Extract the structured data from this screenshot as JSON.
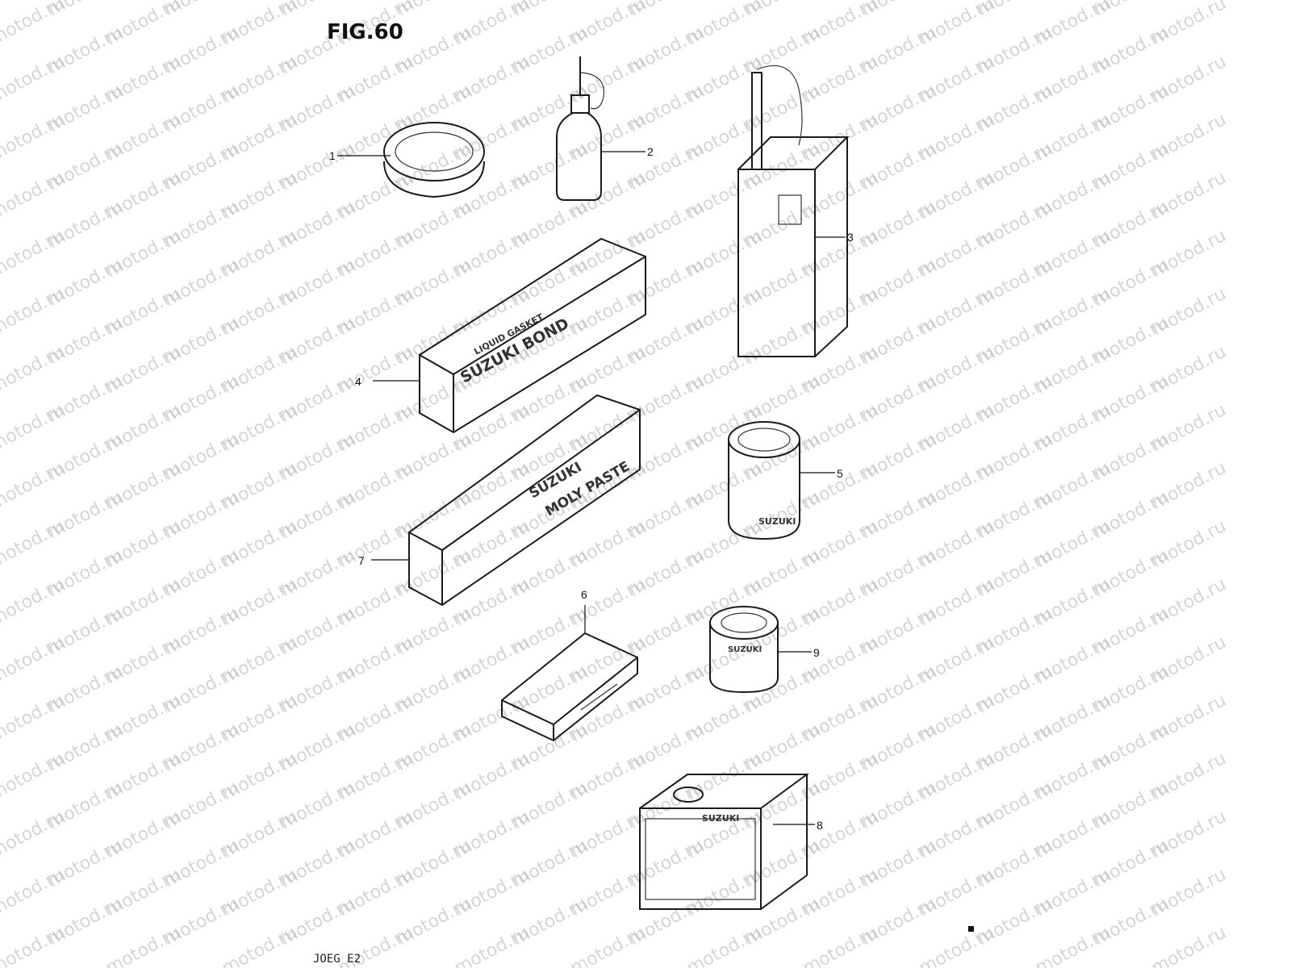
{
  "figure": {
    "title": "FIG.60",
    "footer_code": "JOEG E2",
    "watermark_text": "motod.ru"
  },
  "callouts": [
    {
      "id": "1",
      "label": "1"
    },
    {
      "id": "2",
      "label": "2"
    },
    {
      "id": "3",
      "label": "3"
    },
    {
      "id": "4",
      "label": "4"
    },
    {
      "id": "5",
      "label": "5"
    },
    {
      "id": "6",
      "label": "6"
    },
    {
      "id": "7",
      "label": "7"
    },
    {
      "id": "8",
      "label": "8"
    },
    {
      "id": "9",
      "label": "9"
    }
  ],
  "package_text": {
    "bond_line1": "SUZUKI BOND",
    "bond_line2": "LIQUID GASKET",
    "paste_line1": "SUZUKI",
    "paste_line2": "MOLY PASTE",
    "brand": "SUZUKI"
  }
}
